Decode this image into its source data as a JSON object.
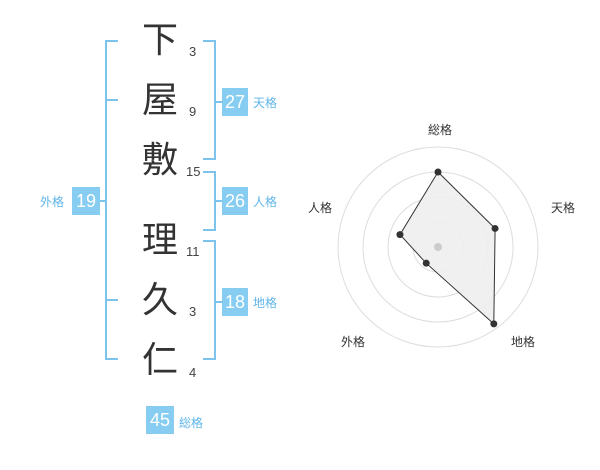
{
  "name": {
    "characters": [
      {
        "char": "下",
        "strokes": "3"
      },
      {
        "char": "屋",
        "strokes": "9"
      },
      {
        "char": "敷",
        "strokes": "15"
      },
      {
        "char": "理",
        "strokes": "11"
      },
      {
        "char": "久",
        "strokes": "3"
      },
      {
        "char": "仁",
        "strokes": "4"
      }
    ]
  },
  "fortunes": {
    "tenkaku": {
      "value": "27",
      "label": "天格"
    },
    "jinkaku": {
      "value": "26",
      "label": "人格"
    },
    "chikaku": {
      "value": "18",
      "label": "地格"
    },
    "gaikaku": {
      "value": "19",
      "label": "外格"
    },
    "soukaku": {
      "value": "45",
      "label": "総格"
    }
  },
  "colors": {
    "accent": "#87cdf2",
    "bracket": "#7cc4ec",
    "label": "#5fb5e8",
    "radar_fill": "#eeeeee",
    "radar_line": "#333333",
    "grid": "#dddddd"
  },
  "chart_data": {
    "type": "radar",
    "axes": [
      "総格",
      "天格",
      "地格",
      "外格",
      "人格"
    ],
    "values": [
      0.75,
      0.6,
      0.95,
      0.2,
      0.4
    ],
    "max": 1,
    "rings": 4
  }
}
